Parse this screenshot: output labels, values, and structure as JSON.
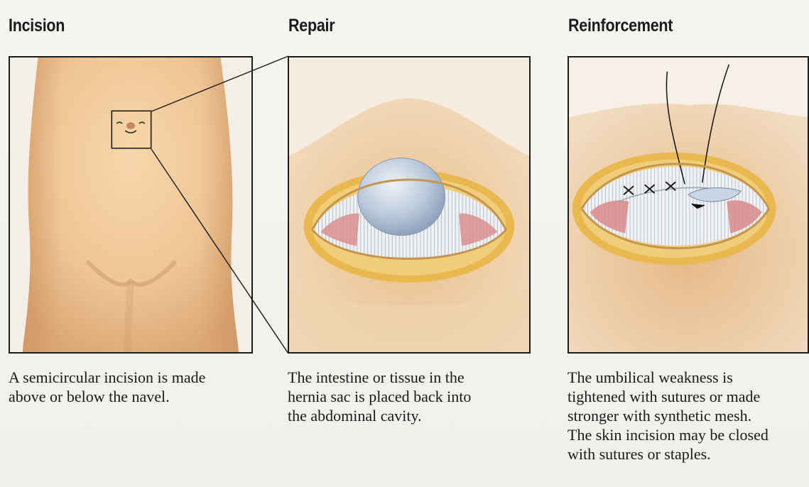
{
  "panels": [
    {
      "heading": "Incision",
      "caption": "A semicircular incision is made\nabove or below the navel."
    },
    {
      "heading": "Repair",
      "caption": "The intestine or tissue in the\nhernia sac is placed back into\nthe abdominal cavity."
    },
    {
      "heading": "Reinforcement",
      "caption": "The umbilical weakness is\ntightened with sutures or made\nstronger with synthetic mesh.\nThe skin incision may be closed\nwith sutures or staples."
    }
  ],
  "colors": {
    "skin": "#f0cc9c",
    "skin_shadow": "#d9a46e",
    "fat_layer": "#e8c16a",
    "hernia_sac": "#b9c8dc",
    "muscle": "#d98a88",
    "outline": "#1c1c1c"
  }
}
